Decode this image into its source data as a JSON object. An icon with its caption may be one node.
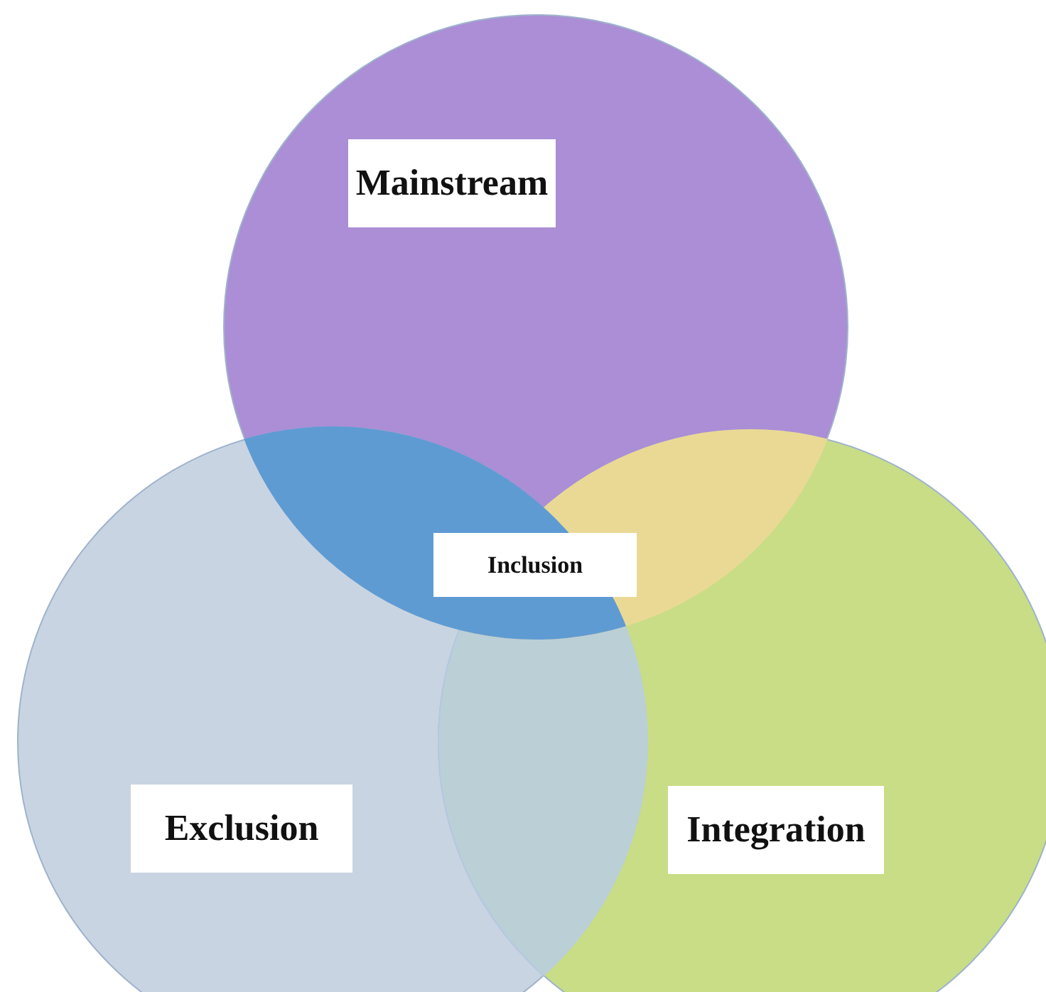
{
  "diagram": {
    "nodes": [
      {
        "text": [
          "Mainstream"
        ]
      },
      {
        "text": [
          "Exclusion"
        ]
      },
      {
        "text": [
          "Integration"
        ]
      },
      {
        "text": [
          "Inclusion"
        ]
      }
    ]
  }
}
